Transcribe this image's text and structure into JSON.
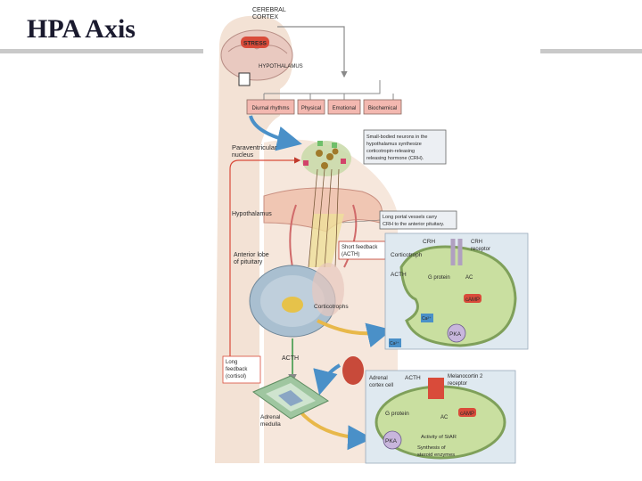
{
  "slide": {
    "title": "HPA Axis"
  },
  "figure": {
    "cerebral_cortex": [
      "CEREBRAL",
      "CORTEX"
    ],
    "stress": "STRESS",
    "hypothalamus_top": "HYPOTHALAMUS",
    "stressors": [
      "Diurnal rhythms",
      "Physical",
      "Emotional",
      "Biochemical"
    ],
    "paraventricular": [
      "Paraventricular",
      "nucleus"
    ],
    "neurons_note": [
      "Small-bodied neurons in the",
      "hypothalamus synthesize",
      "corticotropin-releasing",
      "releasing hormone (CRH)."
    ],
    "hypothalamus": "Hypothalamus",
    "portal_note": [
      "Long portal vessels carry",
      "CRH to the anterior pituitary."
    ],
    "short_feedback": [
      "Short feedback",
      "(ACTH)"
    ],
    "anterior_lobe": [
      "Anterior lobe",
      "of pituitary"
    ],
    "corticotrophs_label": "Corticotrophs",
    "long_feedback": [
      "Long",
      "feedback",
      "(cortisol)"
    ],
    "acth": "ACTH",
    "adrenal_medulla": [
      "Adrenal",
      "medulla"
    ],
    "inset1": {
      "crh": "CRH",
      "crh_receptor": [
        "CRH",
        "receptor"
      ],
      "corticotroph": "Corticotroph",
      "acth": "ACTH",
      "g_protein": "G protein",
      "ac": "AC",
      "camp": "cAMP",
      "pka": "PKA",
      "ca": "Ca²⁺"
    },
    "inset2": {
      "adrenal_cortex_cell": [
        "Adrenal",
        "cortex cell"
      ],
      "acth": "ACTH",
      "mc2r": [
        "Melanocortin 2",
        "receptor"
      ],
      "g_protein": "G protein",
      "ac": "AC",
      "camp": "cAMP",
      "pka": "PKA",
      "activity": "Activity of StAR",
      "synthesis": [
        "Synthesis of",
        "steroid enzymes"
      ]
    }
  }
}
